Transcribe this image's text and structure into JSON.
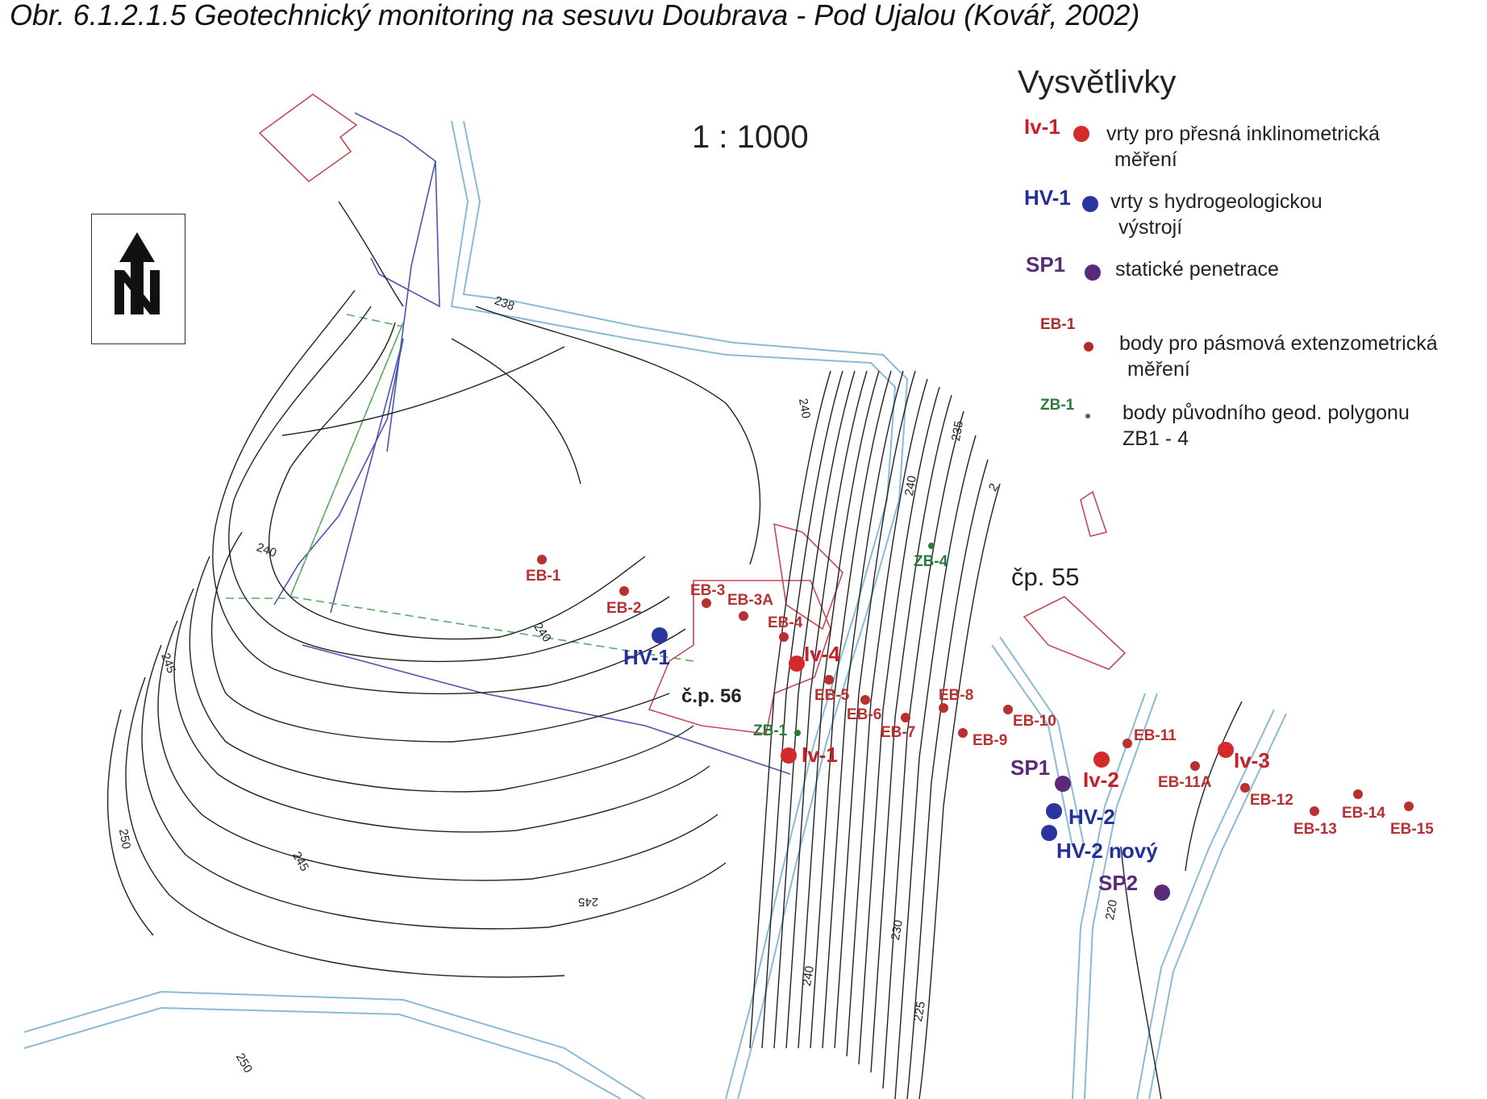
{
  "caption": "Obr. 6.1.2.1.5  Geotechnický monitoring na sesuvu Doubrava - Pod Ujalou (Kovář, 2002)",
  "scale": "1 : 1000",
  "legend": {
    "title": "Vysvětlivky",
    "items": [
      {
        "code": "Iv-1",
        "line1": "vrty pro přesná inklinometrická",
        "line2": "měření",
        "color": "#d42a2a"
      },
      {
        "code": "HV-1",
        "line1": "vrty s hydrogeologickou",
        "line2": "výstrojí",
        "color": "#2a35a0"
      },
      {
        "code": "SP1",
        "line1": "statické penetrace",
        "line2": "",
        "color": "#5a2a78"
      },
      {
        "code": "EB-1",
        "line1": "body pro pásmová extenzometrická",
        "line2": "měření",
        "color": "#b02a2a"
      },
      {
        "code": "ZB-1",
        "line1": "body původního geod. polygonu",
        "line2": "ZB1 - 4",
        "color": "#2a7a3a"
      }
    ]
  },
  "houses": {
    "cp56": "č.p. 56",
    "cp55": "čp. 55"
  },
  "contour_labels": [
    "238",
    "240",
    "240",
    "240",
    "240",
    "235",
    "245",
    "245",
    "245",
    "250",
    "250",
    "230",
    "240",
    "225",
    "220",
    "2"
  ],
  "points": {
    "eb": [
      "EB-1",
      "EB-2",
      "EB-3",
      "EB-3A",
      "EB-4",
      "EB-5",
      "EB-6",
      "EB-7",
      "EB-8",
      "EB-9",
      "EB-10",
      "EB-11",
      "EB-11A",
      "EB-12",
      "EB-13",
      "EB-14",
      "EB-15"
    ],
    "iv": [
      "Iv-1",
      "Iv-2",
      "Iv-3",
      "Iv-4"
    ],
    "hv": [
      "HV-1",
      "HV-2",
      "HV-2 nový"
    ],
    "sp": [
      "SP1",
      "SP2"
    ],
    "zb": [
      "ZB-1",
      "ZB-4"
    ]
  },
  "colors": {
    "eb": "#b83030",
    "iv": "#d42a2a",
    "hv": "#2a35a0",
    "sp": "#5a2a78",
    "zb": "#2a7a3a",
    "contour": "#222222",
    "road": "#8bbbd4",
    "house": "#c44a55",
    "boundary": "#4a55b0"
  }
}
